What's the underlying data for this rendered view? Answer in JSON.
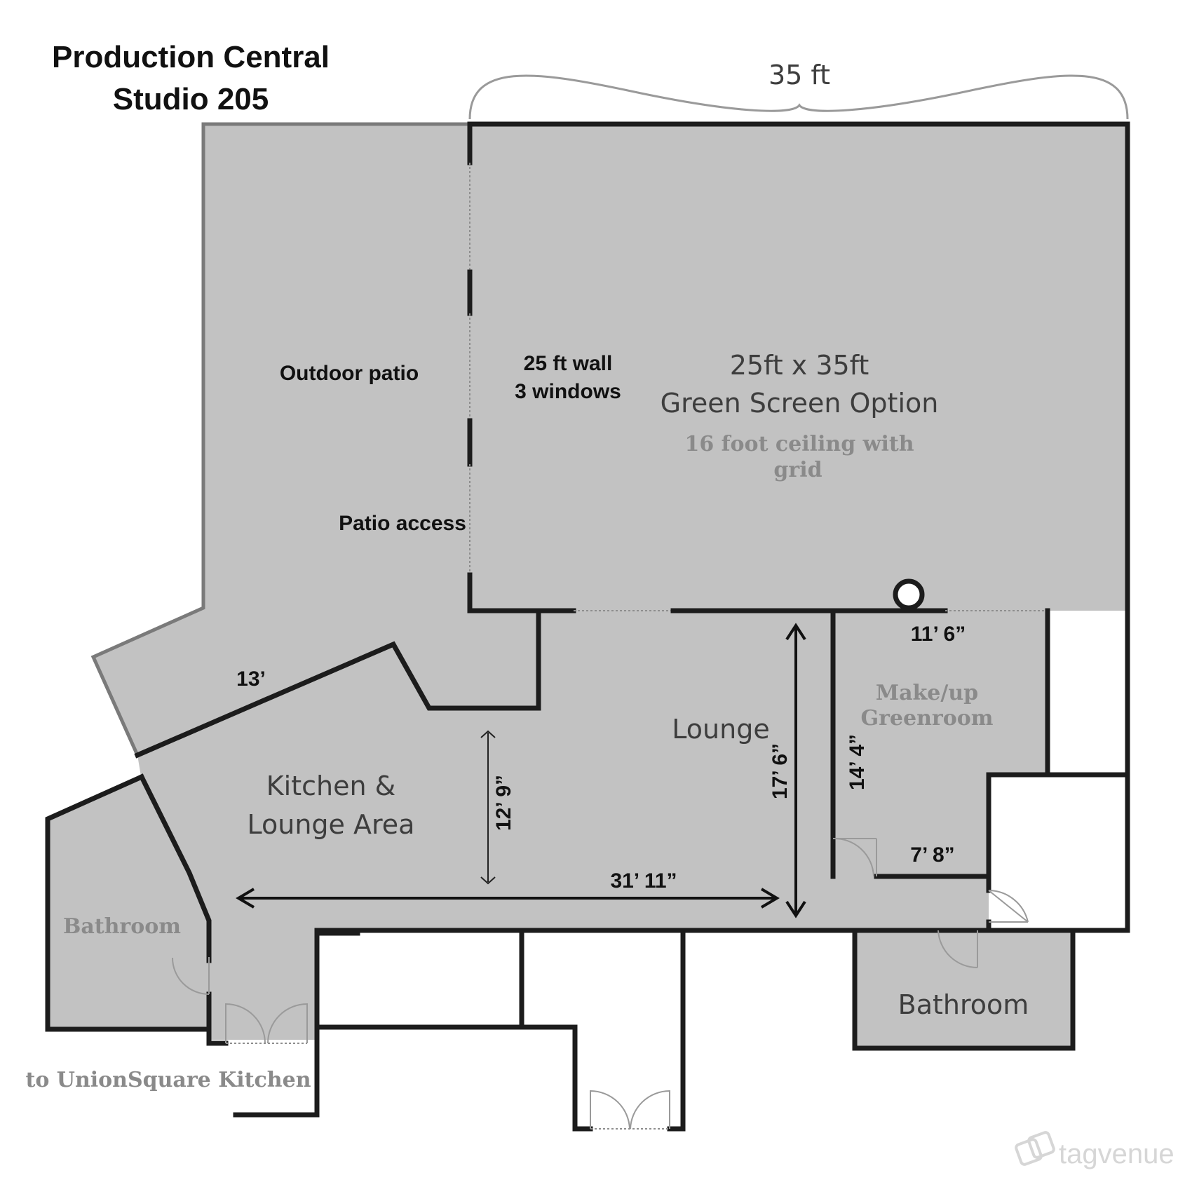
{
  "title": {
    "line1": "Production Central",
    "line2": "Studio 205"
  },
  "labels": {
    "width_top": "35 ft",
    "outdoor_patio": "Outdoor patio",
    "patio_access": "Patio access",
    "wall_line1": "25 ft wall",
    "wall_line2": "3 windows",
    "studio_size": "25ft x 35ft",
    "studio_option": "Green Screen Option",
    "ceiling_line1": "16 foot ceiling with",
    "ceiling_line2": "grid",
    "lounge": "Lounge",
    "kitchen_line1": "Kitchen &",
    "kitchen_line2": "Lounge Area",
    "makeup_line1": "Make/up",
    "makeup_line2": "Greenroom",
    "bathroom_left": "Bathroom",
    "bathroom_right": "Bathroom",
    "exit_note": "to UnionSquare Kitchen",
    "watermark": "tagvenue"
  },
  "dimensions": {
    "patio_diag": "13’",
    "kitchen_height": "12’ 9”",
    "lounge_width": "31’ 11”",
    "lounge_height": "17’ 6”",
    "makeup_height": "14’ 4”",
    "makeup_width_top": "11’ 6”",
    "makeup_width_bottom": "7’ 8”"
  },
  "colors": {
    "floor": "#c2c2c2",
    "wall": "#1c1c1c",
    "background": "#ffffff"
  }
}
